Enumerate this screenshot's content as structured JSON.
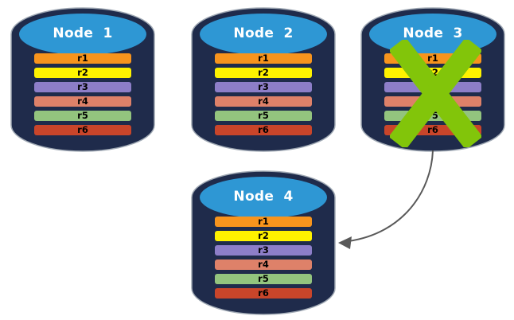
{
  "diagram": {
    "description": "Database replication diagram: four nodes each holding rows r1-r6; Node 3 is failed (green X) with an arrow to replacement Node 4",
    "nodes": [
      {
        "title": "Node 1",
        "failed": false
      },
      {
        "title": "Node 2",
        "failed": false
      },
      {
        "title": "Node 3",
        "failed": true
      },
      {
        "title": "Node 4",
        "failed": false
      }
    ],
    "rows": [
      {
        "label": "r1",
        "color": "#F7941D"
      },
      {
        "label": "r2",
        "color": "#FEF200"
      },
      {
        "label": "r3",
        "color": "#8D7EC8"
      },
      {
        "label": "r4",
        "color": "#DE8169"
      },
      {
        "label": "r5",
        "color": "#93C47E"
      },
      {
        "label": "r6",
        "color": "#C9452A"
      }
    ],
    "colors": {
      "cylinder_body": "#1F2B4B",
      "cylinder_top": "#2E97D4",
      "cylinder_outline": "#A0A9B4",
      "title_text": "#FFFFFF",
      "row_text": "#000000",
      "x_mark": "#82C50A",
      "arrow": "#595959",
      "background": "#FFFFFF"
    }
  }
}
